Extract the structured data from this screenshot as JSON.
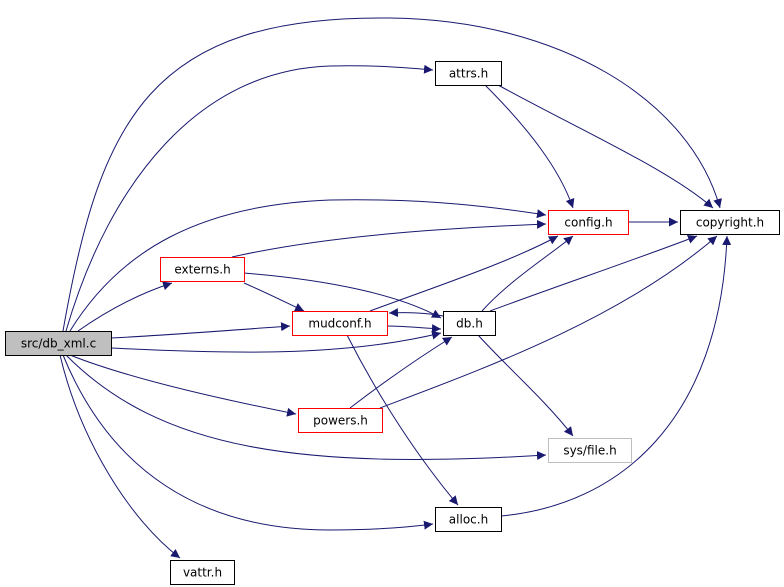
{
  "colors": {
    "edge": "#191970",
    "root_fill": "#bfbfbf",
    "border_default": "#000000",
    "border_red": "#ff0000",
    "border_gray": "#bfbfbf",
    "text_default": "#000000",
    "text_gray": "#7f7f7f"
  },
  "nodes": [
    {
      "id": "src_db_xml_c",
      "label": "src/db_xml.c",
      "style": "root"
    },
    {
      "id": "attrs_h",
      "label": "attrs.h",
      "style": "default"
    },
    {
      "id": "config_h",
      "label": "config.h",
      "style": "red"
    },
    {
      "id": "copyright_h",
      "label": "copyright.h",
      "style": "default"
    },
    {
      "id": "externs_h",
      "label": "externs.h",
      "style": "red"
    },
    {
      "id": "mudconf_h",
      "label": "mudconf.h",
      "style": "red"
    },
    {
      "id": "db_h",
      "label": "db.h",
      "style": "default"
    },
    {
      "id": "powers_h",
      "label": "powers.h",
      "style": "red"
    },
    {
      "id": "sys_file_h",
      "label": "sys/file.h",
      "style": "gray"
    },
    {
      "id": "alloc_h",
      "label": "alloc.h",
      "style": "default"
    },
    {
      "id": "vattr_h",
      "label": "vattr.h",
      "style": "default"
    }
  ],
  "edges": [
    {
      "from": "src_db_xml_c",
      "to": "copyright_h"
    },
    {
      "from": "src_db_xml_c",
      "to": "attrs_h"
    },
    {
      "from": "src_db_xml_c",
      "to": "config_h"
    },
    {
      "from": "src_db_xml_c",
      "to": "externs_h"
    },
    {
      "from": "src_db_xml_c",
      "to": "mudconf_h"
    },
    {
      "from": "src_db_xml_c",
      "to": "db_h"
    },
    {
      "from": "src_db_xml_c",
      "to": "powers_h"
    },
    {
      "from": "src_db_xml_c",
      "to": "sys_file_h"
    },
    {
      "from": "src_db_xml_c",
      "to": "alloc_h"
    },
    {
      "from": "src_db_xml_c",
      "to": "vattr_h"
    },
    {
      "from": "attrs_h",
      "to": "config_h"
    },
    {
      "from": "attrs_h",
      "to": "copyright_h"
    },
    {
      "from": "config_h",
      "to": "copyright_h"
    },
    {
      "from": "externs_h",
      "to": "config_h"
    },
    {
      "from": "externs_h",
      "to": "mudconf_h"
    },
    {
      "from": "externs_h",
      "to": "db_h"
    },
    {
      "from": "mudconf_h",
      "to": "config_h"
    },
    {
      "from": "mudconf_h",
      "to": "db_h"
    },
    {
      "from": "mudconf_h",
      "to": "alloc_h"
    },
    {
      "from": "db_h",
      "to": "mudconf_h"
    },
    {
      "from": "db_h",
      "to": "config_h"
    },
    {
      "from": "db_h",
      "to": "copyright_h"
    },
    {
      "from": "db_h",
      "to": "sys_file_h"
    },
    {
      "from": "powers_h",
      "to": "db_h"
    },
    {
      "from": "powers_h",
      "to": "copyright_h"
    },
    {
      "from": "alloc_h",
      "to": "copyright_h"
    }
  ]
}
